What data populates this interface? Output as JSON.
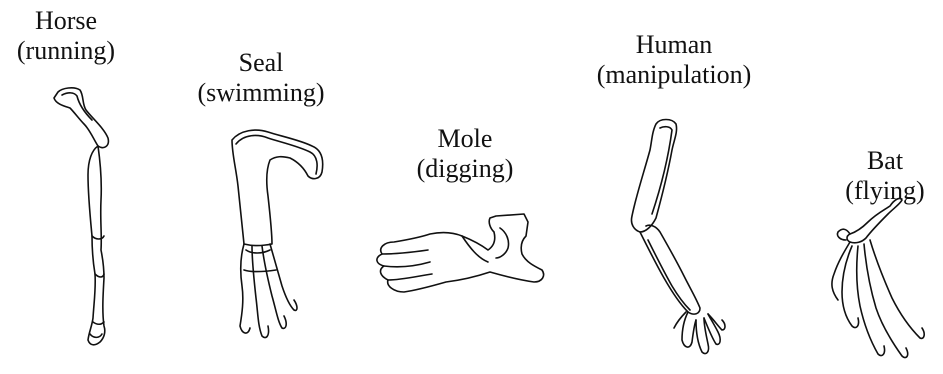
{
  "labels": [
    {
      "key": "horse",
      "name": "Horse",
      "activity": "(running)"
    },
    {
      "key": "seal",
      "name": "Seal",
      "activity": "(swimming)"
    },
    {
      "key": "mole",
      "name": "Mole",
      "activity": "(digging)"
    },
    {
      "key": "human",
      "name": "Human",
      "activity": "(manipulation)"
    },
    {
      "key": "bat",
      "name": "Bat",
      "activity": "(flying)"
    }
  ],
  "colors": {
    "stroke": "#111111",
    "background": "#ffffff"
  }
}
